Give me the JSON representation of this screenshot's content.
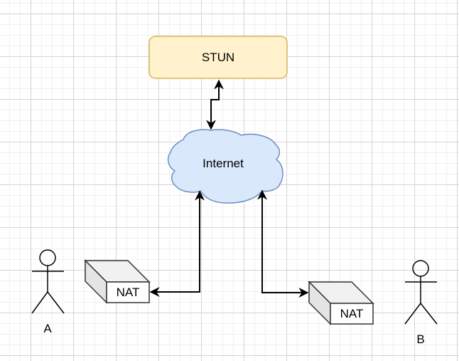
{
  "diagram": {
    "title": "STUN NAT traversal",
    "nodes": {
      "stun": {
        "label": "STUN",
        "fill": "#fff2cc",
        "stroke": "#d6b656"
      },
      "internet": {
        "label": "Internet",
        "fill": "#dae8fc",
        "stroke": "#6c8ebf"
      },
      "nat_a": {
        "label": "NAT"
      },
      "nat_b": {
        "label": "NAT"
      },
      "actor_a": {
        "label": "A"
      },
      "actor_b": {
        "label": "B"
      }
    },
    "edges": [
      {
        "from": "stun",
        "to": "internet",
        "arrows": "both"
      },
      {
        "from": "internet",
        "to": "nat_a",
        "arrows": "both"
      },
      {
        "from": "internet",
        "to": "nat_b",
        "arrows": "both"
      }
    ]
  }
}
